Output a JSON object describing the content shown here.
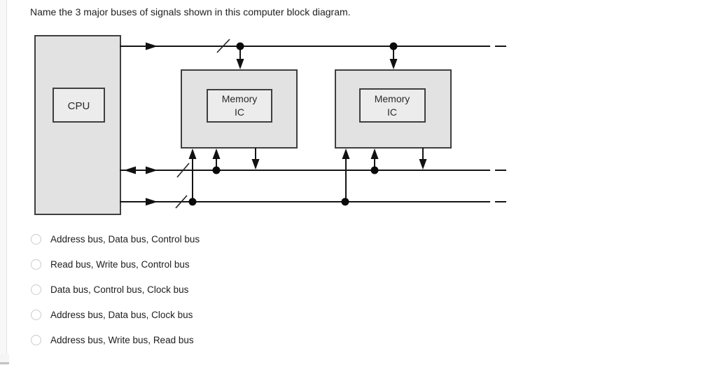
{
  "question": {
    "text": "Name the 3 major buses of signals shown in this computer block diagram."
  },
  "diagram": {
    "cpu_label": "CPU",
    "memory1": {
      "line1": "Memory",
      "line2": "IC"
    },
    "memory2": {
      "line1": "Memory",
      "line2": "IC"
    },
    "colors": {
      "box_fill": "#e2e2e2",
      "inner_box_fill": "#ececec",
      "box_border": "#3f3f3f",
      "line": "#151515"
    }
  },
  "options": [
    {
      "label": "Address bus, Data bus, Control bus",
      "selected": false
    },
    {
      "label": "Read bus, Write bus, Control bus",
      "selected": false
    },
    {
      "label": "Data bus, Control bus, Clock bus",
      "selected": false
    },
    {
      "label": "Address bus, Data bus, Clock bus",
      "selected": false
    },
    {
      "label": "Address bus, Write bus, Read bus",
      "selected": false
    }
  ]
}
